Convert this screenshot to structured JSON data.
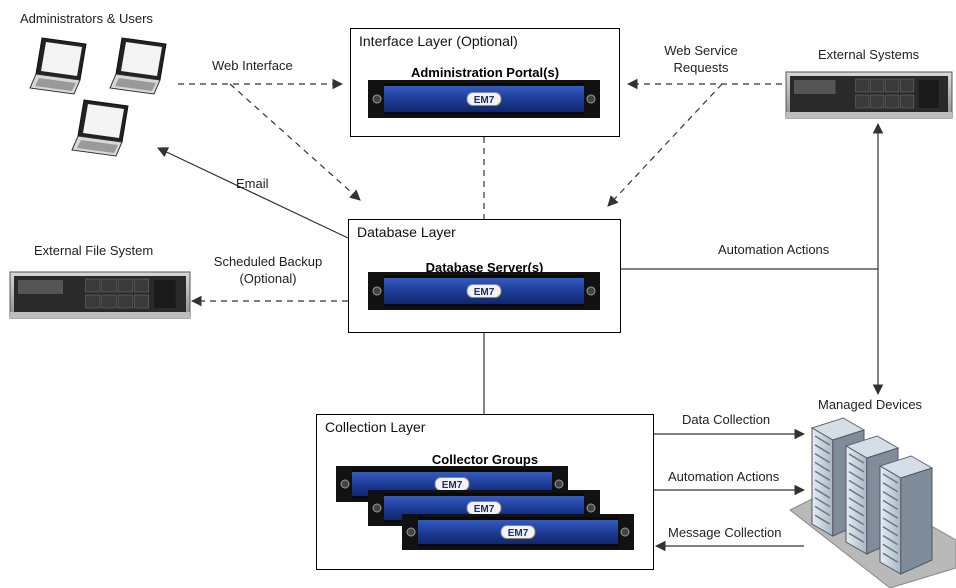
{
  "labels": {
    "admins_users": "Administrators & Users",
    "web_interface": "Web Interface",
    "email": "Email",
    "external_file_system": "External File System",
    "scheduled_backup": [
      "Scheduled Backup",
      "(Optional)"
    ],
    "web_service_requests": [
      "Web Service",
      "Requests"
    ],
    "external_systems": "External Systems",
    "automation_actions_top": "Automation Actions",
    "managed_devices": "Managed Devices",
    "data_collection": "Data Collection",
    "automation_actions_bottom": "Automation Actions",
    "message_collection": "Message Collection"
  },
  "layers": {
    "interface": {
      "name": "Interface Layer (Optional)",
      "title": "Administration Portal(s)"
    },
    "database": {
      "name": "Database Layer",
      "title": "Database Server(s)"
    },
    "collection": {
      "name": "Collection Layer",
      "title": "Collector Groups"
    }
  },
  "server_brand": "EM7",
  "colors": {
    "line": "#333333",
    "server_blue": "#1f3f9a",
    "server_dark": "#101010"
  }
}
